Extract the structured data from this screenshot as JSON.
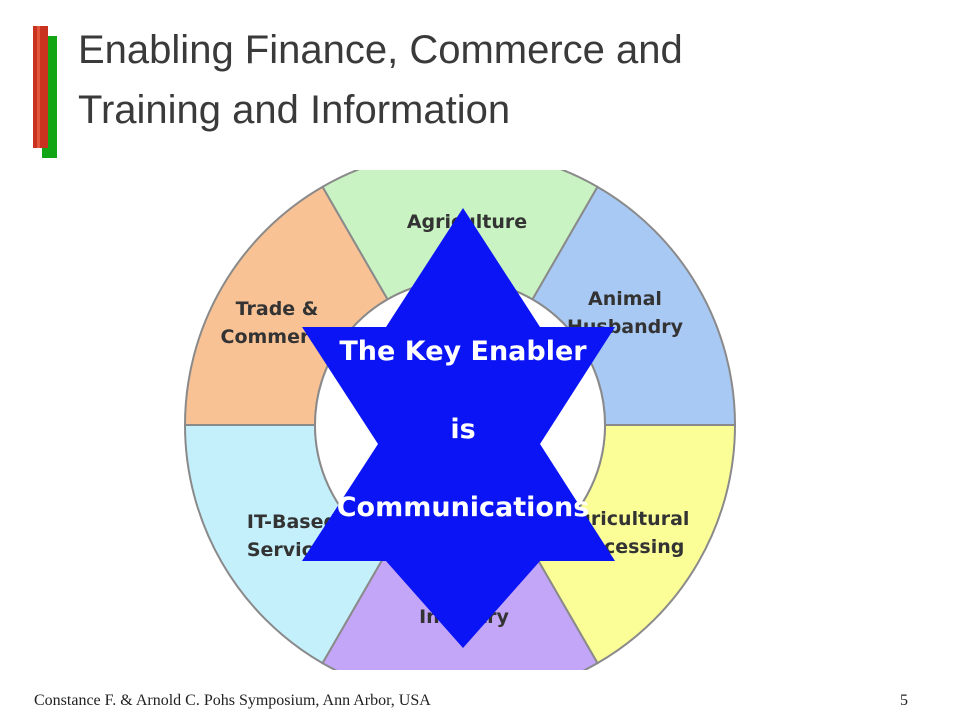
{
  "slide": {
    "title_line1": "Enabling  Finance, Commerce and",
    "title_line2": "Training and Information",
    "footer_left": "Constance F. & Arnold C. Pohs Symposium, Ann Arbor, USA",
    "page_number": "5"
  },
  "wheel": {
    "segments": [
      {
        "label_lines": [
          "Agriculture"
        ],
        "color": "#c9f3c2",
        "icon": "wheel-segment-agriculture"
      },
      {
        "label_lines": [
          "Animal",
          "Husbandry"
        ],
        "color": "#a9c9f5",
        "icon": "wheel-segment-animal-husbandry"
      },
      {
        "label_lines": [
          "Agricultural",
          "Processing"
        ],
        "color": "#fbfe96",
        "icon": "wheel-segment-agricultural-processing"
      },
      {
        "label_lines": [
          "Industry"
        ],
        "color": "#c3a6f7",
        "icon": "wheel-segment-industry"
      },
      {
        "label_lines": [
          "IT-Based",
          "Services"
        ],
        "color": "#c4f0fc",
        "icon": "wheel-segment-it-services"
      },
      {
        "label_lines": [
          "Trade &",
          "Commerce"
        ],
        "color": "#f8c295",
        "icon": "wheel-segment-trade-commerce"
      }
    ],
    "outline_color": "#8a8a8a"
  },
  "star": {
    "color": "#0a14f5",
    "line1": "The Key Enabler",
    "line2": "is",
    "line3": "Communications"
  },
  "colors": {
    "title_bar_red": "#c8321f",
    "title_bar_green": "#12a614",
    "title_text": "#3a3a3a"
  }
}
